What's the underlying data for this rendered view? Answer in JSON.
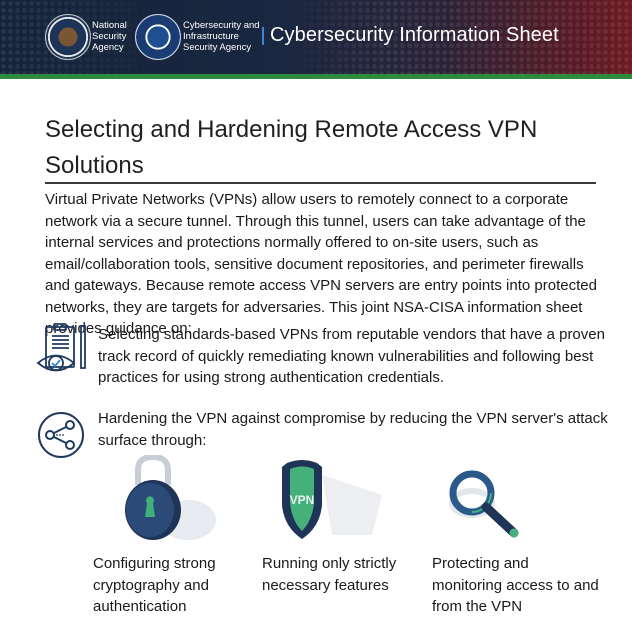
{
  "header": {
    "agencies": [
      {
        "name_lines": [
          "National",
          "Security",
          "Agency"
        ],
        "seal": "nsa-seal-icon"
      },
      {
        "name_lines": [
          "Cybersecurity and",
          "Infrastructure",
          "Security Agency"
        ],
        "seal": "cisa-seal-icon"
      }
    ],
    "sheet_title": "Cybersecurity Information Sheet",
    "colors": {
      "bar": "#2e8b3e",
      "divider": "#3a86d4",
      "bg_left": "#14223a",
      "bg_right": "#6e1a22"
    }
  },
  "document": {
    "title": "Selecting and Hardening Remote Access VPN Solutions",
    "intro": "Virtual Private Networks (VPNs) allow users to remotely connect to a corporate network via a secure tunnel. Through this tunnel, users can take advantage of the internal services and protections normally offered to on-site users, such as email/collaboration tools, sensitive document repositories, and perimeter firewalls and gateways. Because remote access VPN servers are entry points into protected networks, they are targets for adversaries. This joint NSA-CISA information sheet provides guidance on:",
    "bullets": [
      {
        "icon": "clipboard-eye-check-icon",
        "text": "Selecting standards-based VPNs from reputable vendors that have a proven track record of quickly remediating known vulnerabilities and following best practices for using strong authentication credentials."
      },
      {
        "icon": "network-share-icon",
        "text": "Hardening the VPN against compromise by reducing the VPN server's attack surface through:"
      }
    ],
    "features": [
      {
        "icon": "padlock-icon",
        "label": "Configuring strong cryptography and authentication"
      },
      {
        "icon": "vpn-shield-icon",
        "label": "Running only strictly necessary features",
        "badge": "VPN"
      },
      {
        "icon": "magnifier-icon",
        "label": "Protecting and monitoring access to and from the VPN"
      }
    ]
  }
}
